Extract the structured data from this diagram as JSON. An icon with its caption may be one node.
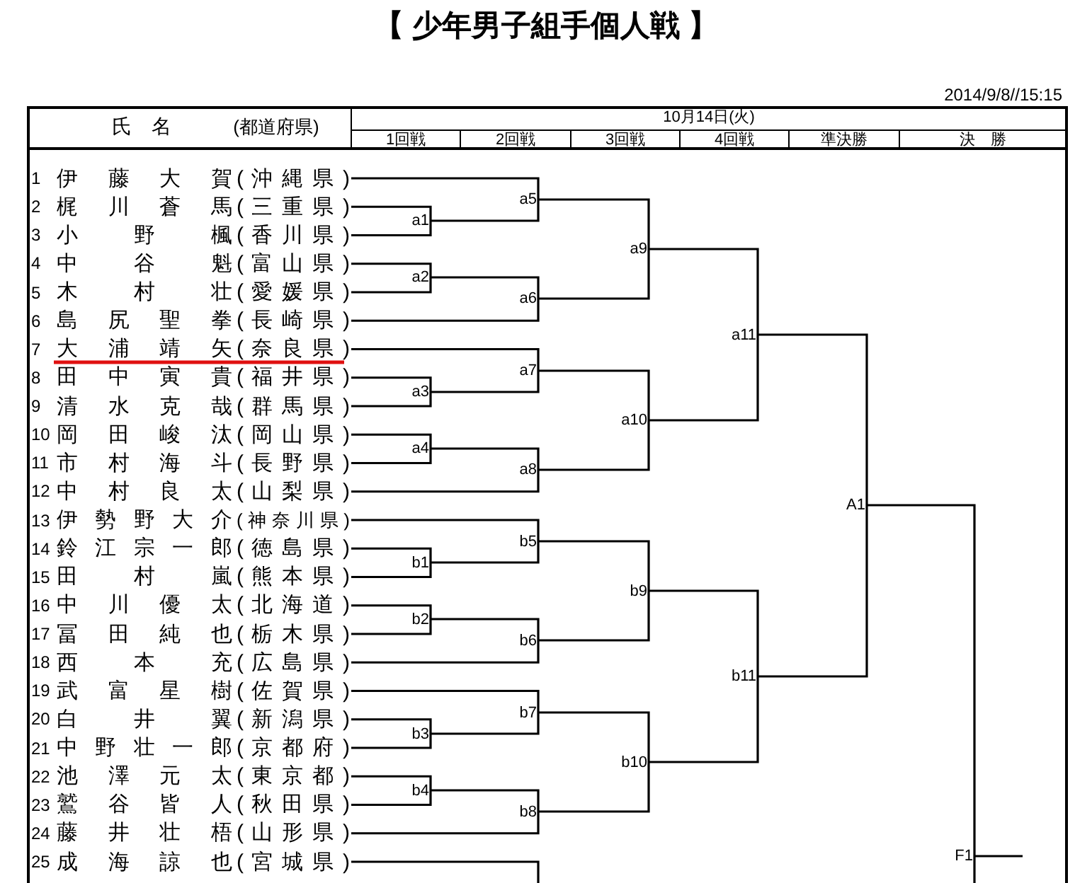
{
  "diagram": {
    "title": "【 少年男子組手個人戦 】",
    "labels": [
      "2014/9/8//15:15",
      "氏　名",
      "(都道府県)",
      "10月14日(火)",
      "1回戦",
      "2回戦",
      "3回戦",
      "4回戦",
      "準決勝",
      "決　勝"
    ],
    "nodes": [
      {
        "text": [
          "1",
          "伊 藤 大 賀",
          "( 沖 縄 県 )"
        ]
      },
      {
        "text": [
          "2",
          "梶 川 蒼 馬",
          "( 三 重 県 )"
        ]
      },
      {
        "text": [
          "3",
          "小 野 楓",
          "( 香 川 県 )"
        ]
      },
      {
        "text": [
          "4",
          "中 谷 魁",
          "( 富 山 県 )"
        ]
      },
      {
        "text": [
          "5",
          "木 村 壮",
          "( 愛 媛 県 )"
        ]
      },
      {
        "text": [
          "6",
          "島 尻 聖 拳",
          "( 長 崎 県 )"
        ]
      },
      {
        "text": [
          "7",
          "大 浦 靖 矢",
          "( 奈 良 県 )"
        ]
      },
      {
        "text": [
          "8",
          "田 中 寅 貴",
          "( 福 井 県 )"
        ]
      },
      {
        "text": [
          "9",
          "清 水 克 哉",
          "( 群 馬 県 )"
        ]
      },
      {
        "text": [
          "10",
          "岡 田 峻 汰",
          "( 岡 山 県 )"
        ]
      },
      {
        "text": [
          "11",
          "市 村 海 斗",
          "( 長 野 県 )"
        ]
      },
      {
        "text": [
          "12",
          "中 村 良 太",
          "( 山 梨 県 )"
        ]
      },
      {
        "text": [
          "13",
          "伊 勢 野 大 介",
          "(神奈川県)"
        ]
      },
      {
        "text": [
          "14",
          "鈴 江 宗 一 郎",
          "( 徳 島 県 )"
        ]
      },
      {
        "text": [
          "15",
          "田 村 嵐",
          "( 熊 本 県 )"
        ]
      },
      {
        "text": [
          "16",
          "中 川 優 太",
          "( 北 海 道 )"
        ]
      },
      {
        "text": [
          "17",
          "冨 田 純 也",
          "( 栃 木 県 )"
        ]
      },
      {
        "text": [
          "18",
          "西 本 充",
          "( 広 島 県 )"
        ]
      },
      {
        "text": [
          "19",
          "武 富 星 樹",
          "( 佐 賀 県 )"
        ]
      },
      {
        "text": [
          "20",
          "白 井 翼",
          "( 新 潟 県 )"
        ]
      },
      {
        "text": [
          "21",
          "中 野 壮 一 郎",
          "( 京 都 府 )"
        ]
      },
      {
        "text": [
          "22",
          "池 澤 元 太",
          "( 東 京 都 )"
        ]
      },
      {
        "text": [
          "23",
          "鷲 谷 皆 人",
          "( 秋 田 県 )"
        ]
      },
      {
        "text": [
          "24",
          "藤 井 壮 梧",
          "( 山 形 県 )"
        ]
      },
      {
        "text": [
          "25",
          "成 海 諒 也",
          "( 宮 城 県 )"
        ]
      },
      {
        "text": [
          "a1"
        ]
      },
      {
        "text": [
          "a2"
        ]
      },
      {
        "text": [
          "a3"
        ]
      },
      {
        "text": [
          "a4"
        ]
      },
      {
        "text": [
          "a5"
        ]
      },
      {
        "text": [
          "a6"
        ]
      },
      {
        "text": [
          "a7"
        ]
      },
      {
        "text": [
          "a8"
        ]
      },
      {
        "text": [
          "a9"
        ]
      },
      {
        "text": [
          "a10"
        ]
      },
      {
        "text": [
          "a11"
        ]
      },
      {
        "text": [
          "b1"
        ]
      },
      {
        "text": [
          "b2"
        ]
      },
      {
        "text": [
          "b3"
        ]
      },
      {
        "text": [
          "b4"
        ]
      },
      {
        "text": [
          "b5"
        ]
      },
      {
        "text": [
          "b6"
        ]
      },
      {
        "text": [
          "b7"
        ]
      },
      {
        "text": [
          "b8"
        ]
      },
      {
        "text": [
          "b9"
        ]
      },
      {
        "text": [
          "b10"
        ]
      },
      {
        "text": [
          "b11"
        ]
      },
      {
        "text": [
          "A1"
        ]
      },
      {
        "text": [
          "F1"
        ]
      }
    ],
    "edges": [
      {
        "from": 0,
        "to": 29,
        "arrow": "none"
      },
      {
        "from": 1,
        "to": 25,
        "arrow": "none"
      },
      {
        "from": 2,
        "to": 25,
        "arrow": "none"
      },
      {
        "from": 3,
        "to": 26,
        "arrow": "none"
      },
      {
        "from": 4,
        "to": 26,
        "arrow": "none"
      },
      {
        "from": 5,
        "to": 30,
        "arrow": "none"
      },
      {
        "from": 6,
        "to": 31,
        "arrow": "none"
      },
      {
        "from": 7,
        "to": 27,
        "arrow": "none"
      },
      {
        "from": 8,
        "to": 27,
        "arrow": "none"
      },
      {
        "from": 9,
        "to": 28,
        "arrow": "none"
      },
      {
        "from": 10,
        "to": 28,
        "arrow": "none"
      },
      {
        "from": 11,
        "to": 32,
        "arrow": "none"
      },
      {
        "from": 12,
        "to": 40,
        "arrow": "none"
      },
      {
        "from": 13,
        "to": 36,
        "arrow": "none"
      },
      {
        "from": 14,
        "to": 36,
        "arrow": "none"
      },
      {
        "from": 15,
        "to": 37,
        "arrow": "none"
      },
      {
        "from": 16,
        "to": 37,
        "arrow": "none"
      },
      {
        "from": 17,
        "to": 41,
        "arrow": "none"
      },
      {
        "from": 18,
        "to": 42,
        "arrow": "none"
      },
      {
        "from": 19,
        "to": 38,
        "arrow": "none"
      },
      {
        "from": 20,
        "to": 38,
        "arrow": "none"
      },
      {
        "from": 21,
        "to": 39,
        "arrow": "none"
      },
      {
        "from": 22,
        "to": 39,
        "arrow": "none"
      },
      {
        "from": 23,
        "to": 43,
        "arrow": "none"
      },
      {
        "from": 24,
        "to": null,
        "arrow": "none"
      },
      {
        "from": 25,
        "to": 29,
        "arrow": "none"
      },
      {
        "from": 26,
        "to": 30,
        "arrow": "none"
      },
      {
        "from": 27,
        "to": 31,
        "arrow": "none"
      },
      {
        "from": 28,
        "to": 32,
        "arrow": "none"
      },
      {
        "from": 29,
        "to": 33,
        "arrow": "none"
      },
      {
        "from": 30,
        "to": 33,
        "arrow": "none"
      },
      {
        "from": 31,
        "to": 34,
        "arrow": "none"
      },
      {
        "from": 32,
        "to": 34,
        "arrow": "none"
      },
      {
        "from": 33,
        "to": 35,
        "arrow": "none"
      },
      {
        "from": 34,
        "to": 35,
        "arrow": "none"
      },
      {
        "from": 36,
        "to": 40,
        "arrow": "none"
      },
      {
        "from": 37,
        "to": 41,
        "arrow": "none"
      },
      {
        "from": 38,
        "to": 42,
        "arrow": "none"
      },
      {
        "from": 39,
        "to": 43,
        "arrow": "none"
      },
      {
        "from": 40,
        "to": 44,
        "arrow": "none"
      },
      {
        "from": 41,
        "to": 44,
        "arrow": "none"
      },
      {
        "from": 42,
        "to": 45,
        "arrow": "none"
      },
      {
        "from": 43,
        "to": 45,
        "arrow": "none"
      },
      {
        "from": 44,
        "to": 46,
        "arrow": "none"
      },
      {
        "from": 45,
        "to": 46,
        "arrow": "none"
      },
      {
        "from": 35,
        "to": 47,
        "arrow": "none"
      },
      {
        "from": 46,
        "to": 47,
        "arrow": "none"
      },
      {
        "from": 47,
        "to": 48,
        "arrow": "none"
      },
      {
        "from": null,
        "to": 48,
        "arrow": "none"
      },
      {
        "from": 48,
        "to": null,
        "arrow": "none"
      }
    ]
  }
}
